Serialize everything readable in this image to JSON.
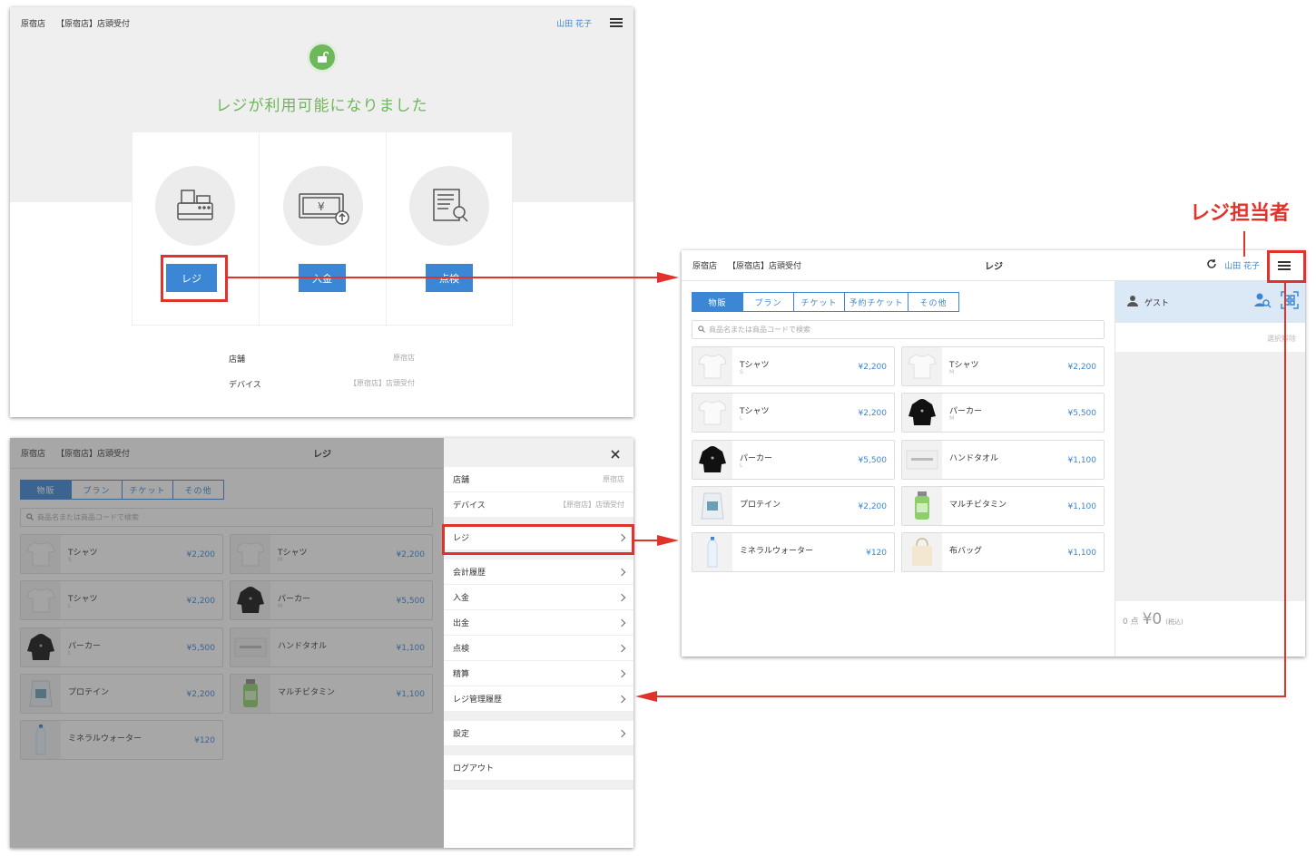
{
  "annotation": {
    "label": "レジ担当者"
  },
  "colors": {
    "accent": "#3b87d6",
    "success": "#6cb85a",
    "annotation": "#e0332b"
  },
  "screen1": {
    "header": {
      "store": "原宿店",
      "device": "【原宿店】店頭受付",
      "user": "山田 花子"
    },
    "status_icon": "unlock-icon",
    "message": "レジが利用可能になりました",
    "actions": [
      {
        "label": "レジ",
        "icon": "cash-register-icon"
      },
      {
        "label": "入金",
        "icon": "deposit-icon"
      },
      {
        "label": "点検",
        "icon": "inspect-icon"
      }
    ],
    "info": [
      {
        "label": "店舗",
        "value": "原宿店"
      },
      {
        "label": "デバイス",
        "value": "【原宿店】店頭受付"
      }
    ]
  },
  "screen2": {
    "header": {
      "store": "原宿店",
      "device": "【原宿店】店頭受付",
      "title": "レジ",
      "user": "山田 花子"
    },
    "tabs": [
      "物販",
      "プラン",
      "チケット",
      "予約チケット",
      "その他"
    ],
    "search_placeholder": "商品名または商品コードで検索",
    "products": [
      {
        "name": "Tシャツ",
        "sub": "S",
        "price": "¥2,200",
        "thumb": "white-tshirt"
      },
      {
        "name": "Tシャツ",
        "sub": "M",
        "price": "¥2,200",
        "thumb": "white-tshirt"
      },
      {
        "name": "Tシャツ",
        "sub": "L",
        "price": "¥2,200",
        "thumb": "white-tshirt"
      },
      {
        "name": "パーカー",
        "sub": "M",
        "price": "¥5,500",
        "thumb": "black-hoodie"
      },
      {
        "name": "パーカー",
        "sub": "L",
        "price": "¥5,500",
        "thumb": "black-hoodie"
      },
      {
        "name": "ハンドタオル",
        "sub": "",
        "price": "¥1,100",
        "thumb": "towel"
      },
      {
        "name": "プロテイン",
        "sub": "",
        "price": "¥2,200",
        "thumb": "protein"
      },
      {
        "name": "マルチビタミン",
        "sub": "",
        "price": "¥1,100",
        "thumb": "vitamin"
      },
      {
        "name": "ミネラルウォーター",
        "sub": "",
        "price": "¥120",
        "thumb": "water"
      },
      {
        "name": "布バッグ",
        "sub": "",
        "price": "¥1,100",
        "thumb": "bag"
      }
    ],
    "customer": {
      "label": "ゲスト",
      "clear": "選択解除"
    },
    "total": {
      "count": "0 点",
      "amount": "¥0",
      "tax": "(税込)"
    }
  },
  "screen3": {
    "header": {
      "store": "原宿店",
      "device": "【原宿店】店頭受付",
      "title": "レジ"
    },
    "tabs": [
      "物販",
      "プラン",
      "チケット",
      "その他"
    ],
    "search_placeholder": "商品名または商品コードで検索",
    "products": [
      {
        "name": "Tシャツ",
        "sub": "S",
        "price": "¥2,200",
        "thumb": "white-tshirt"
      },
      {
        "name": "Tシャツ",
        "sub": "M",
        "price": "¥2,200",
        "thumb": "white-tshirt"
      },
      {
        "name": "Tシャツ",
        "sub": "L",
        "price": "¥2,200",
        "thumb": "white-tshirt"
      },
      {
        "name": "パーカー",
        "sub": "M",
        "price": "¥5,500",
        "thumb": "black-hoodie"
      },
      {
        "name": "パーカー",
        "sub": "L",
        "price": "¥5,500",
        "thumb": "black-hoodie"
      },
      {
        "name": "ハンドタオル",
        "sub": "",
        "price": "¥1,100",
        "thumb": "towel"
      },
      {
        "name": "プロテイン",
        "sub": "",
        "price": "¥2,200",
        "thumb": "protein"
      },
      {
        "name": "マルチビタミン",
        "sub": "",
        "price": "¥1,100",
        "thumb": "vitamin"
      },
      {
        "name": "ミネラルウォーター",
        "sub": "",
        "price": "¥120",
        "thumb": "water"
      }
    ],
    "menu": {
      "info": [
        {
          "label": "店舗",
          "value": "原宿店"
        },
        {
          "label": "デバイス",
          "value": "【原宿店】店頭受付"
        }
      ],
      "items": [
        "レジ",
        "会計履歴",
        "入金",
        "出金",
        "点検",
        "精算",
        "レジ管理履歴"
      ],
      "settings": "設定",
      "logout": "ログアウト"
    }
  }
}
